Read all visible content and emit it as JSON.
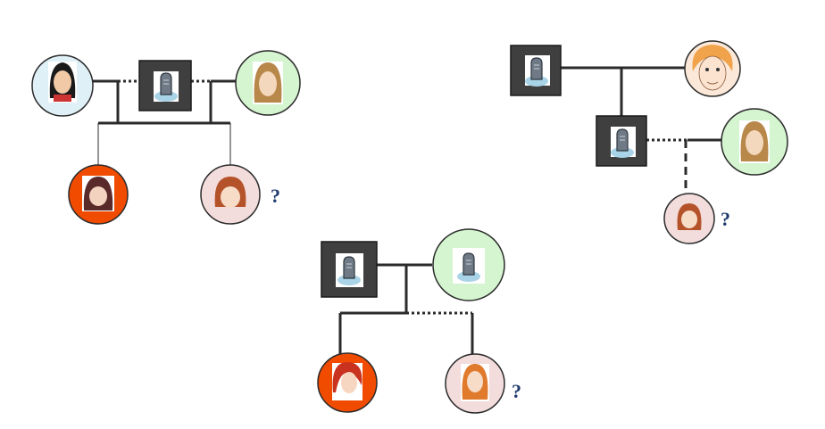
{
  "colors": {
    "light_blue": "#dff0f7",
    "light_green": "#d4f5cf",
    "light_pink": "#f3dcdc",
    "peach": "#fbe8d8",
    "orange": "#f14b00",
    "line": "#2b2b2b",
    "box_dark": "#3f3f3f",
    "question": "#1f3a6e"
  },
  "people": [
    {
      "id": "g1-woman-black-hair",
      "icon": "woman-black-hair-avatar",
      "bg": "light_blue"
    },
    {
      "id": "g1-man-deceased",
      "icon": "tombstone-icon",
      "shape": "square"
    },
    {
      "id": "g1-woman-brown-hair",
      "icon": "woman-brown-hair-avatar",
      "bg": "light_green"
    },
    {
      "id": "g1-daughter-orange",
      "icon": "girl-brown-hair-avatar",
      "bg": "orange"
    },
    {
      "id": "g1-daughter-pink",
      "icon": "girl-red-hair-avatar",
      "bg": "light_pink",
      "mark": "?"
    },
    {
      "id": "g2-father-deceased",
      "icon": "tombstone-icon",
      "shape": "square"
    },
    {
      "id": "g2-mother-deceased",
      "icon": "tombstone-icon",
      "bg": "light_green"
    },
    {
      "id": "g2-daughter-orange",
      "icon": "girl-red-hair-avatar",
      "bg": "orange"
    },
    {
      "id": "g2-daughter-pink",
      "icon": "girl-red-hair-avatar",
      "bg": "light_pink",
      "mark": "?"
    },
    {
      "id": "g3-grandfather-deceased",
      "icon": "tombstone-icon",
      "shape": "square"
    },
    {
      "id": "g3-grandmother",
      "icon": "old-woman-avatar",
      "bg": "peach"
    },
    {
      "id": "g3-son-deceased",
      "icon": "tombstone-icon",
      "shape": "square"
    },
    {
      "id": "g3-woman-brown-hair",
      "icon": "woman-brown-hair-avatar",
      "bg": "light_green"
    },
    {
      "id": "g3-daughter-pink",
      "icon": "girl-red-hair-avatar",
      "bg": "light_pink",
      "mark": "?"
    }
  ],
  "question_mark": "?"
}
